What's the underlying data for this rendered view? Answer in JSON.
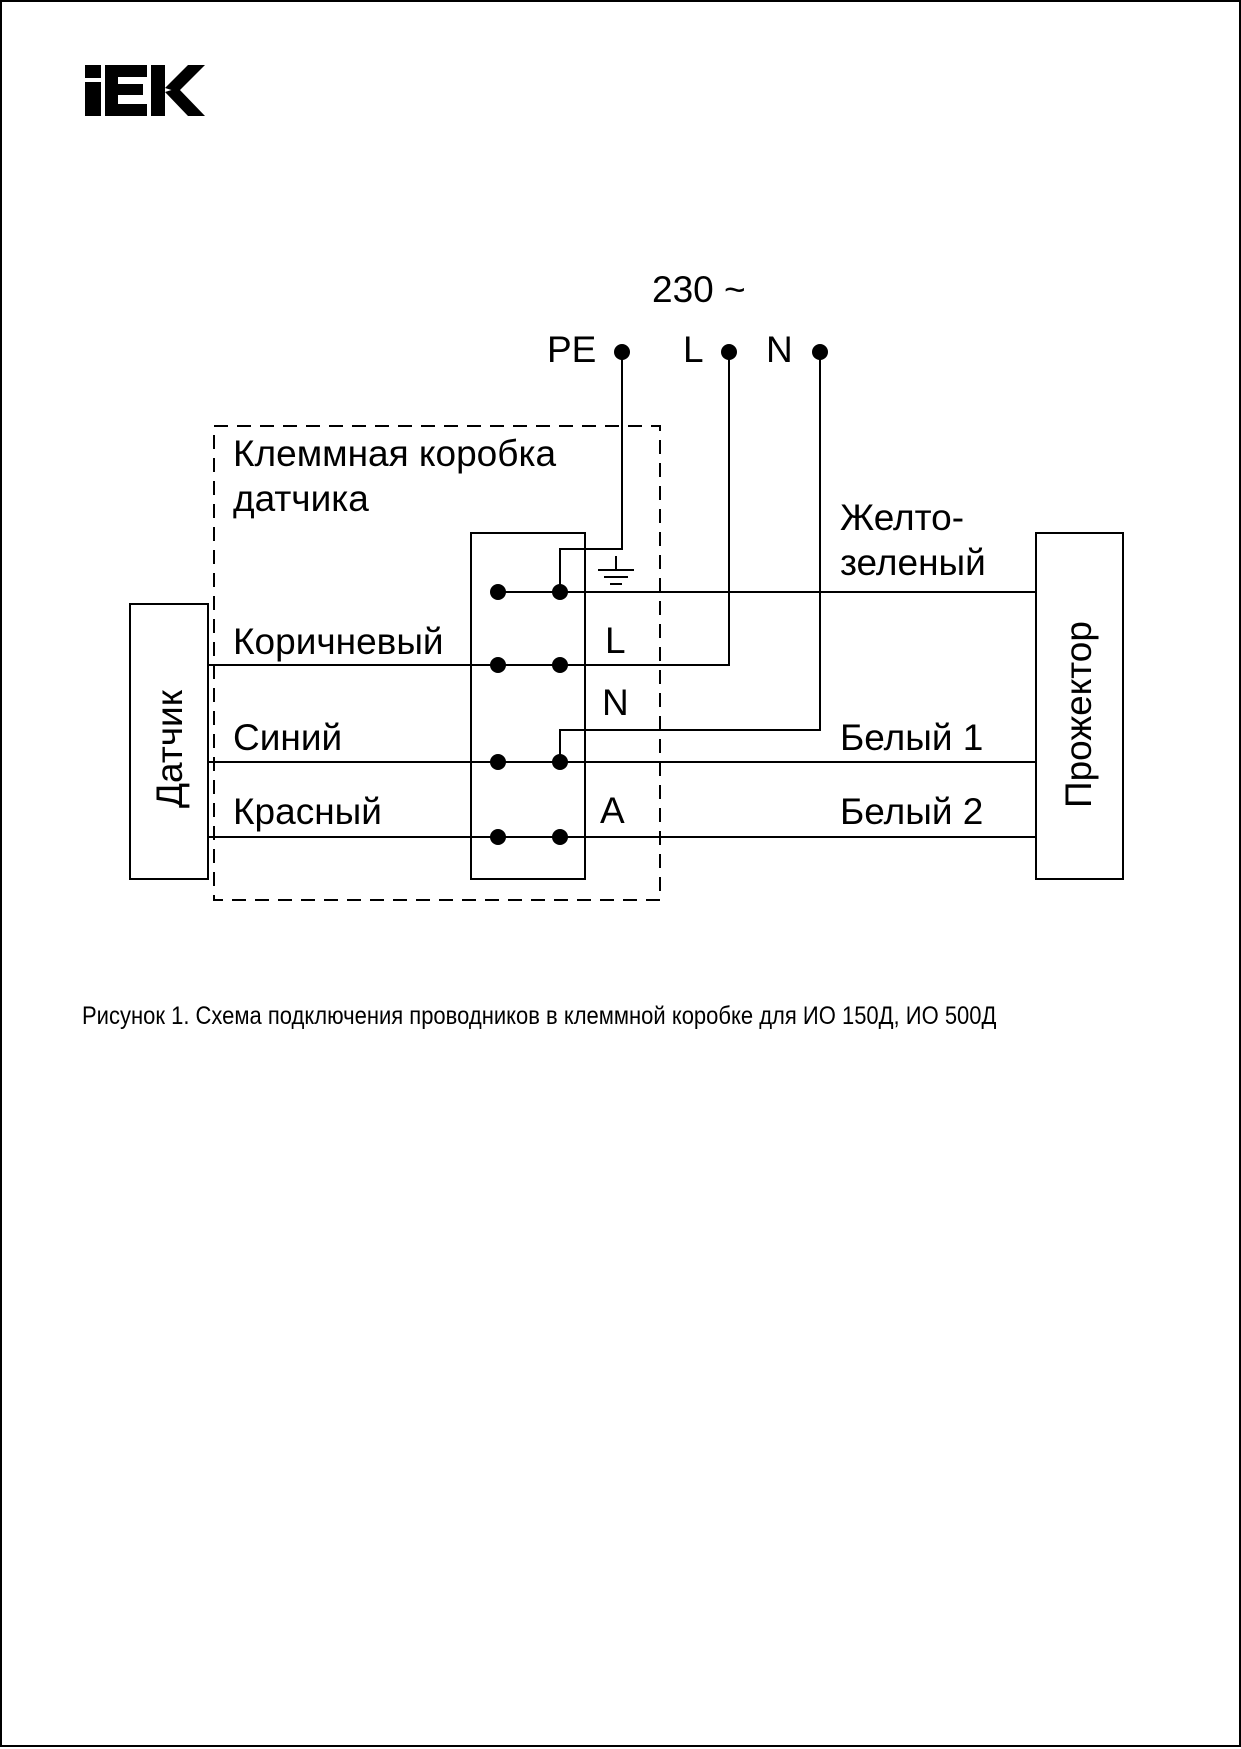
{
  "logo": {
    "text": "IEK"
  },
  "supply": {
    "voltage": "230 ~",
    "pe": "PE",
    "l": "L",
    "n": "N"
  },
  "junction_box": {
    "title_line1": "Клеммная коробка",
    "title_line2": "датчика"
  },
  "terminal_labels": {
    "l": "L",
    "n": "N",
    "a": "A"
  },
  "sensor": {
    "label": "Датчик"
  },
  "projector": {
    "label": "Прожектор"
  },
  "wires_left": {
    "brown": "Коричневый",
    "blue": "Синий",
    "red": "Красный"
  },
  "wires_right": {
    "yellow_green_1": "Желто-",
    "yellow_green_2": "зеленый",
    "white1": "Белый 1",
    "white2": "Белый 2"
  },
  "caption": "Рисунок 1. Схема подключения проводников в клеммной коробке для ИО 150Д, ИО 500Д"
}
